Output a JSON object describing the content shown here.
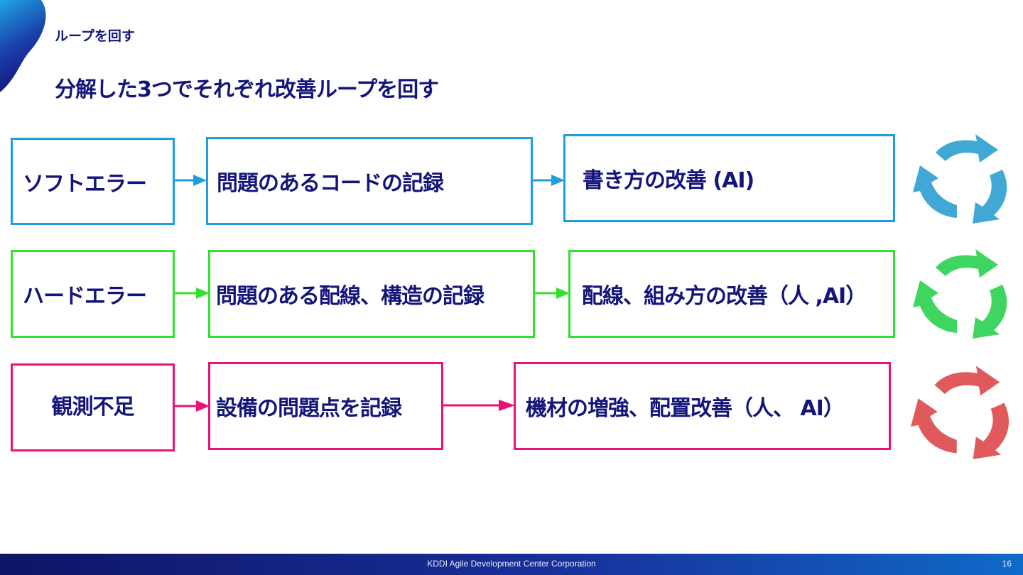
{
  "header": {
    "section_label": "ループを回す",
    "title": "分解した3つでそれぞれ改善ループを回す"
  },
  "rows": [
    {
      "category": "ソフトエラー",
      "record": "問題のあるコードの記録",
      "improvement": "書き方の改善 (AI)",
      "color": "#1e9ee0",
      "cycle_color": "#41a8d6"
    },
    {
      "category": "ハードエラー",
      "record": "問題のある配線、構造の記録",
      "improvement": "配線、組み方の改善（人 ,AI）",
      "color": "#33e02e",
      "cycle_color": "#3ed660"
    },
    {
      "category": "観測不足",
      "record": "設備の問題点を記録",
      "improvement": "機材の増強、配置改善（人、 AI）",
      "color": "#ea1274",
      "cycle_color": "#e05a5c"
    }
  ],
  "icons": {
    "cycle": "cycle-arrows-icon",
    "flow_arrow": "arrow-right-icon"
  },
  "footer": {
    "company": "KDDI Agile Development Center Corporation",
    "page_number": "16"
  }
}
